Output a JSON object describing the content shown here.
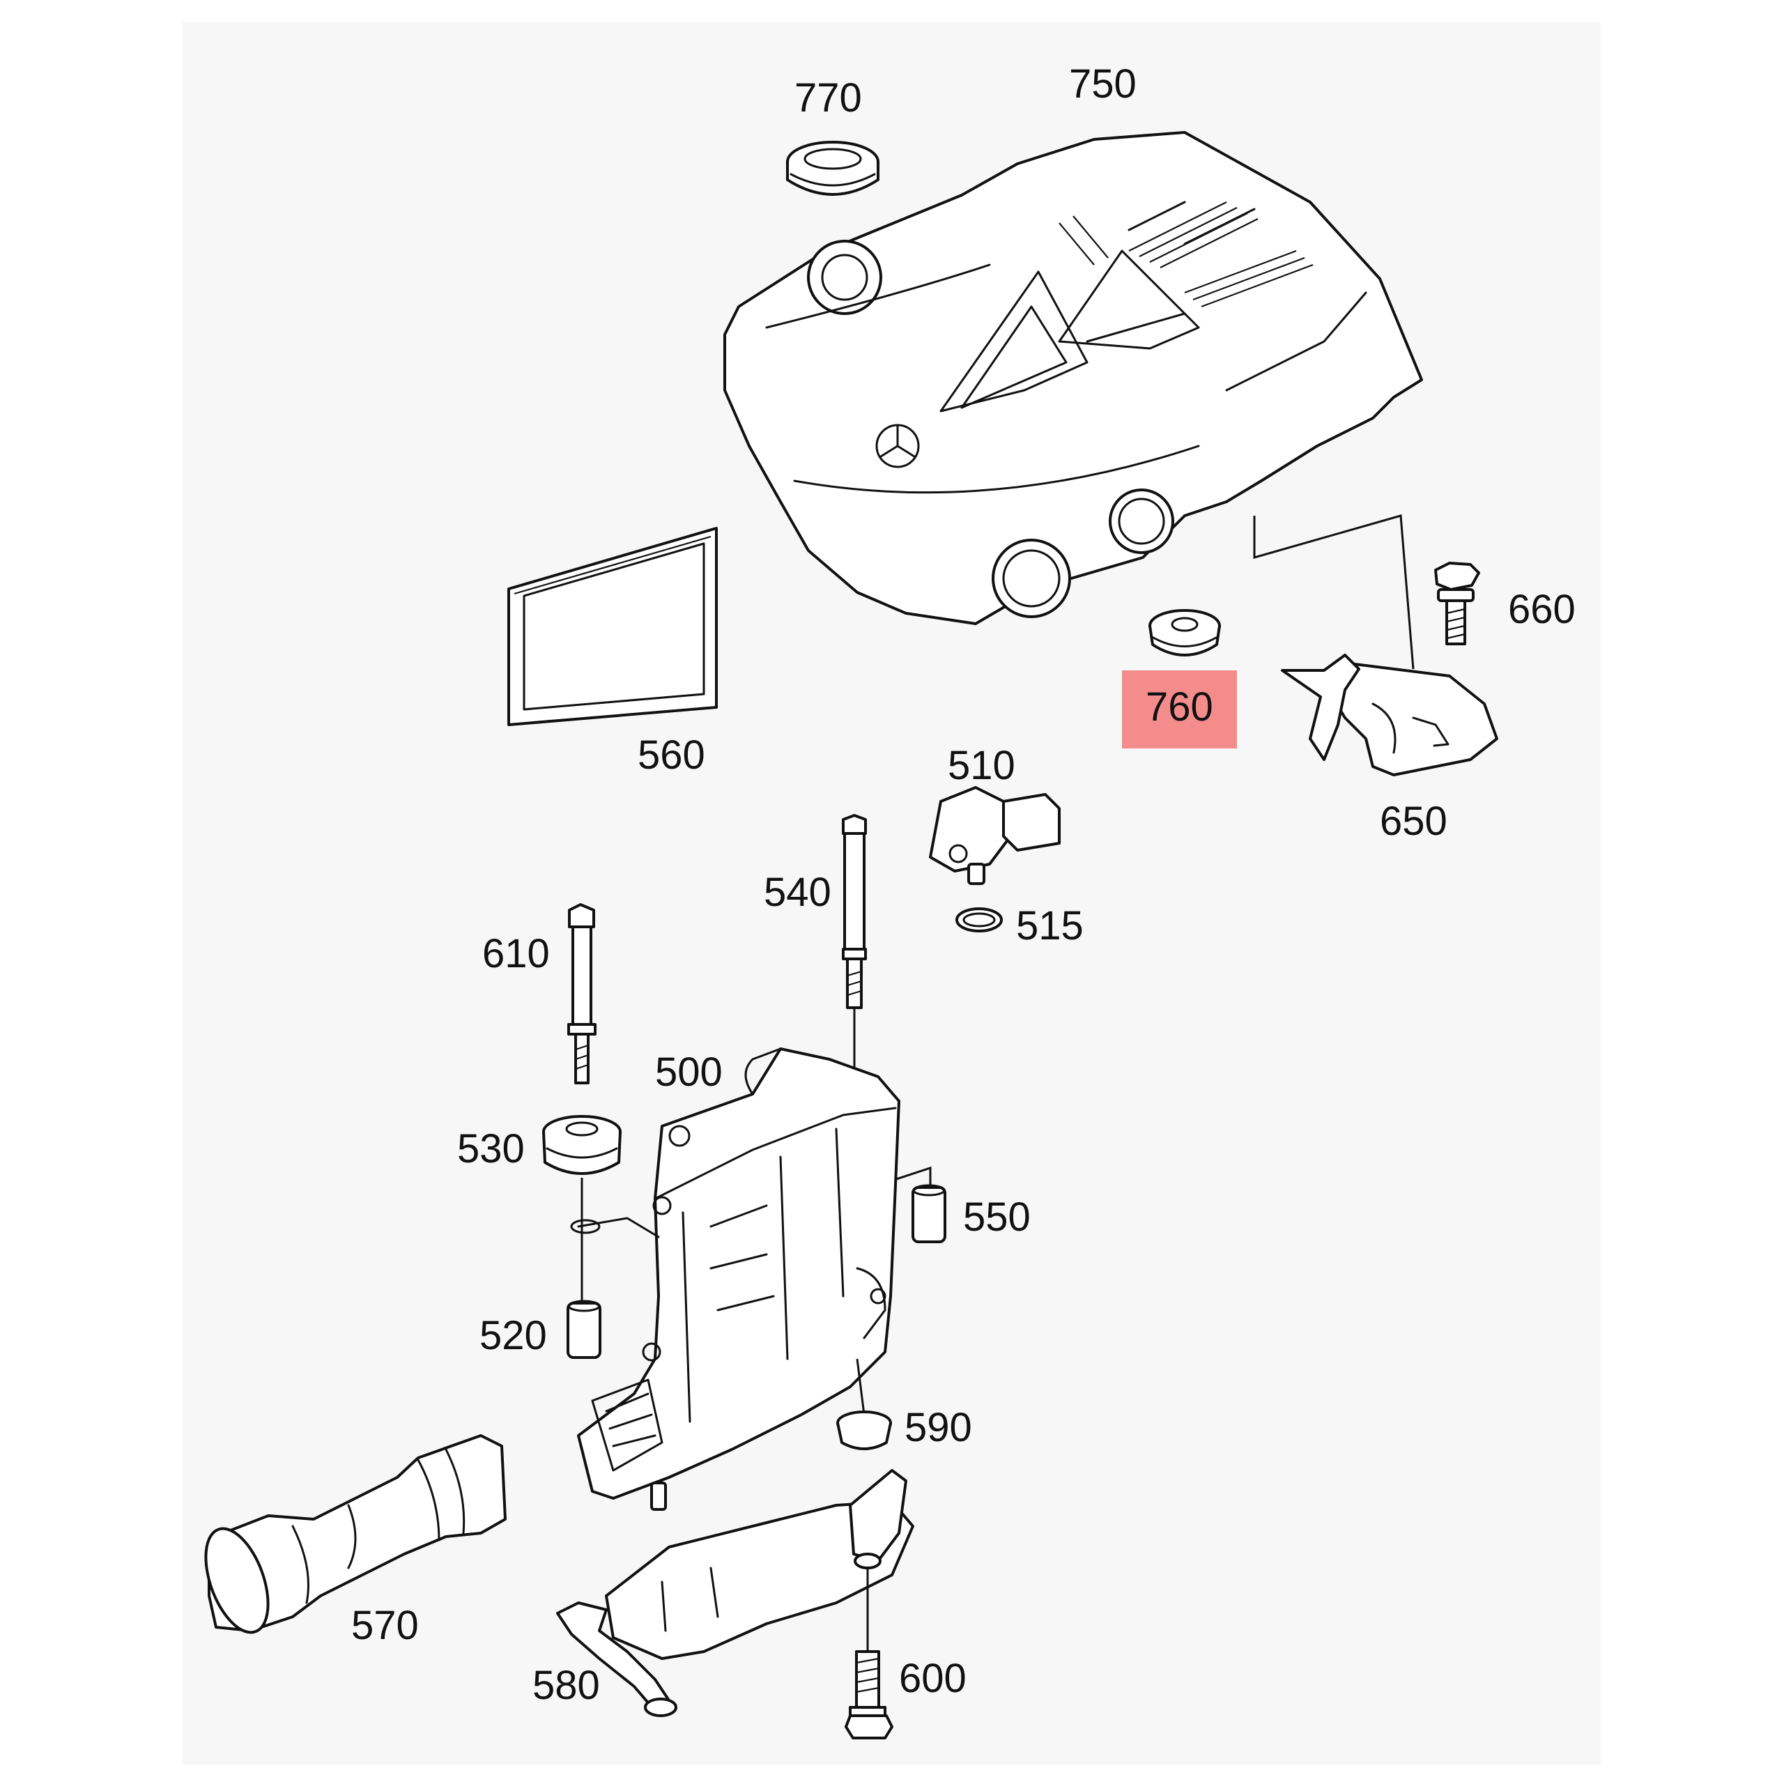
{
  "diagram": {
    "highlight_color": "#f58c8c",
    "callouts": [
      {
        "id": "p770",
        "label": "770"
      },
      {
        "id": "p750",
        "label": "750"
      },
      {
        "id": "p660",
        "label": "660"
      },
      {
        "id": "p760",
        "label": "760",
        "highlighted": true
      },
      {
        "id": "p560",
        "label": "560"
      },
      {
        "id": "p510",
        "label": "510"
      },
      {
        "id": "p650",
        "label": "650"
      },
      {
        "id": "p540",
        "label": "540"
      },
      {
        "id": "p515",
        "label": "515"
      },
      {
        "id": "p610",
        "label": "610"
      },
      {
        "id": "p500",
        "label": "500"
      },
      {
        "id": "p530",
        "label": "530"
      },
      {
        "id": "p550",
        "label": "550"
      },
      {
        "id": "p520",
        "label": "520"
      },
      {
        "id": "p590",
        "label": "590"
      },
      {
        "id": "p570",
        "label": "570"
      },
      {
        "id": "p600",
        "label": "600"
      },
      {
        "id": "p580",
        "label": "580"
      }
    ]
  }
}
